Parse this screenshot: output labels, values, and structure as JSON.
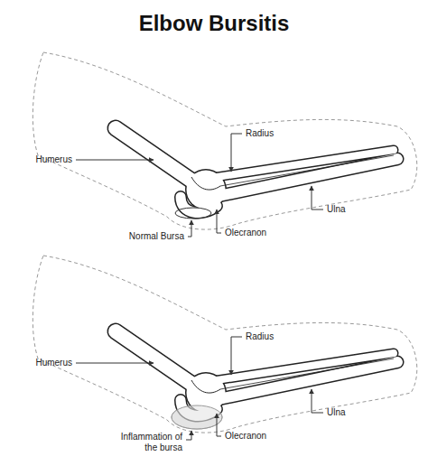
{
  "diagram": {
    "title": "Elbow Bursitis",
    "labels": [
      "Humerus",
      "Radius",
      "Ulna",
      "Normal Bursa",
      "Olecranon",
      "Humerus",
      "Radius",
      "Ulna",
      "Inflammation of the bursa",
      "Olecranon"
    ]
  }
}
